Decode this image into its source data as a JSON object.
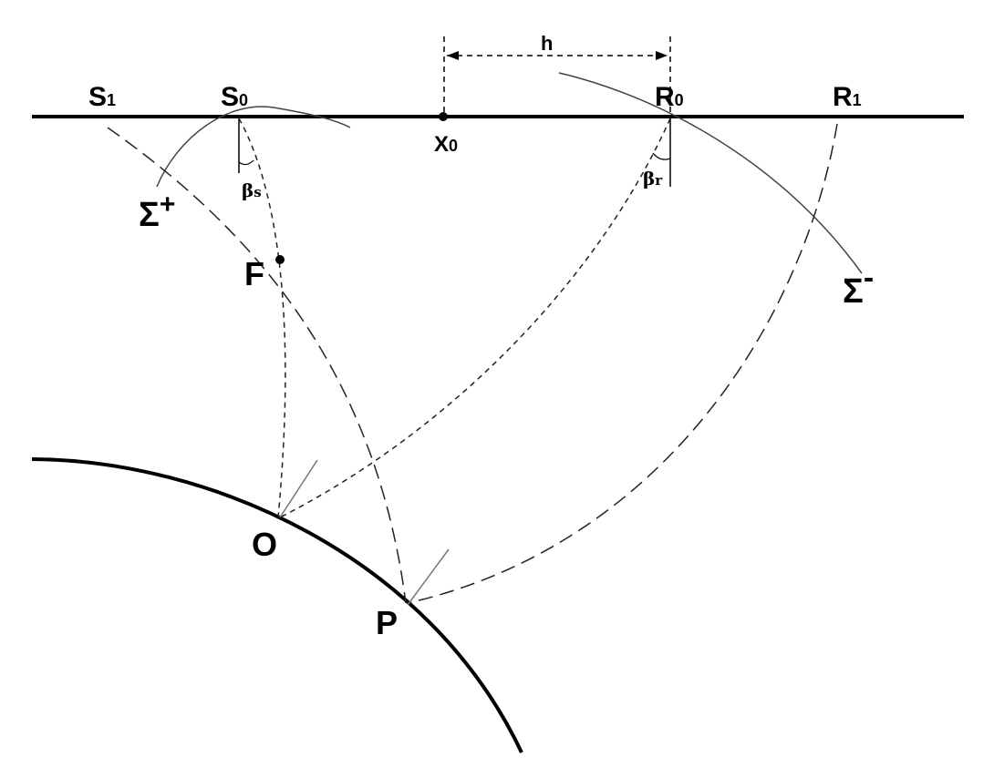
{
  "labels": {
    "s1": "S",
    "s1_sub": "1",
    "s0": "S",
    "s0_sub": "0",
    "x0": "X",
    "x0_sub": "0",
    "r0": "R",
    "r0_sub": "0",
    "r1": "R",
    "r1_sub": "1",
    "h": "h",
    "beta_s": "β",
    "beta_s_sub": "s",
    "beta_r": "β",
    "beta_r_sub": "r",
    "sigma_plus": "Σ",
    "sigma_plus_sup": "+",
    "sigma_minus": "Σ",
    "sigma_minus_sup": "-",
    "f": "F",
    "o": "O",
    "p": "P"
  }
}
